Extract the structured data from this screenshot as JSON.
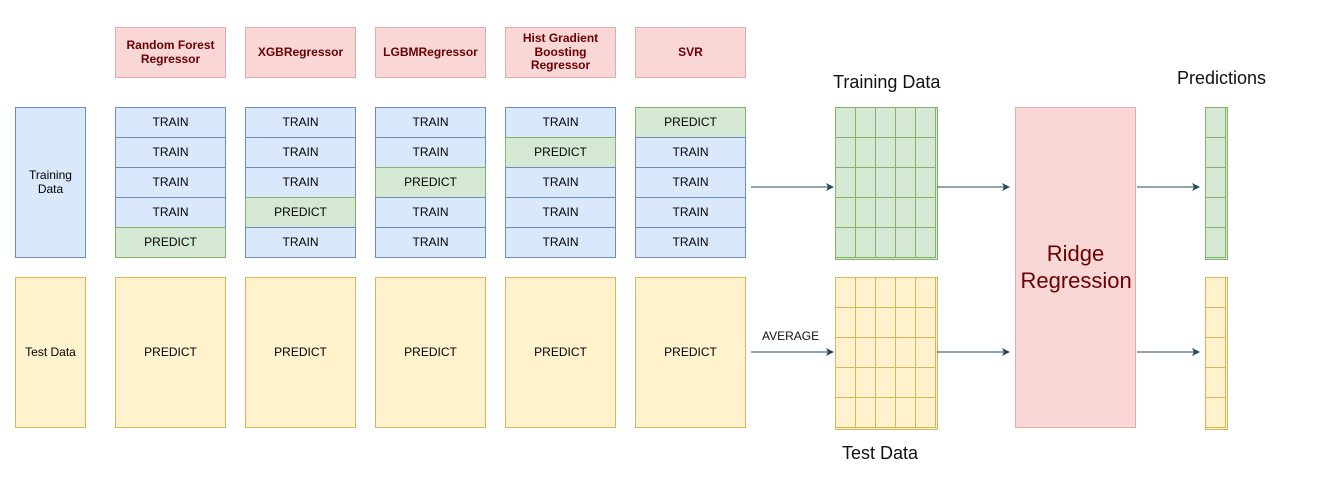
{
  "models": [
    {
      "name": "Random Forest Regressor",
      "folds": [
        "TRAIN",
        "TRAIN",
        "TRAIN",
        "TRAIN",
        "PREDICT"
      ],
      "test": "PREDICT"
    },
    {
      "name": "XGBRegressor",
      "folds": [
        "TRAIN",
        "TRAIN",
        "TRAIN",
        "PREDICT",
        "TRAIN"
      ],
      "test": "PREDICT"
    },
    {
      "name": "LGBMRegressor",
      "folds": [
        "TRAIN",
        "TRAIN",
        "PREDICT",
        "TRAIN",
        "TRAIN"
      ],
      "test": "PREDICT"
    },
    {
      "name": "Hist Gradient Boosting Regressor",
      "folds": [
        "TRAIN",
        "PREDICT",
        "TRAIN",
        "TRAIN",
        "TRAIN"
      ],
      "test": "PREDICT"
    },
    {
      "name": "SVR",
      "folds": [
        "PREDICT",
        "TRAIN",
        "TRAIN",
        "TRAIN",
        "TRAIN"
      ],
      "test": "PREDICT"
    }
  ],
  "left": {
    "training_data": "Training Data",
    "test_data": "Test Data"
  },
  "meta": {
    "training_data_title": "Training Data",
    "test_data_title": "Test Data",
    "average_label": "AVERAGE"
  },
  "ridge": {
    "label": "Ridge Regression"
  },
  "predictions": {
    "title": "Predictions"
  },
  "colors": {
    "model_fill": "#f8d7d6",
    "train_fill": "#dae8fc",
    "predict_fill": "#d5e8d4",
    "test_fill": "#fff2cc",
    "arrow": "#1d4e5a"
  }
}
